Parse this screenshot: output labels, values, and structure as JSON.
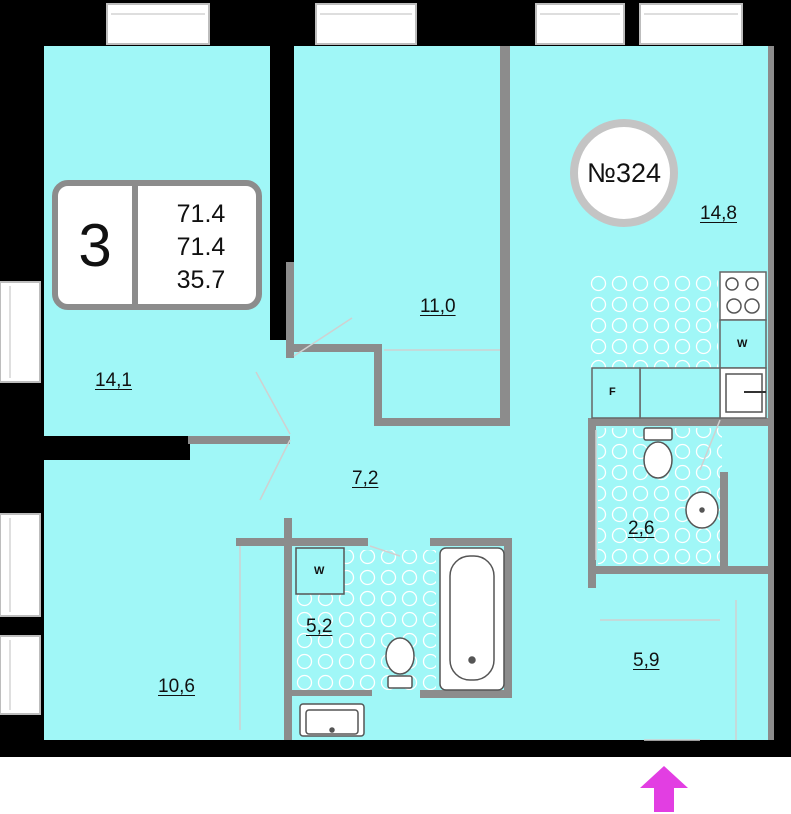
{
  "summary": {
    "rooms_count": "3",
    "areas": [
      "71.4",
      "71.4",
      "35.7"
    ]
  },
  "apartment_number": "№324",
  "rooms": [
    {
      "id": "bedroom-top-left",
      "area": "14,1"
    },
    {
      "id": "bedroom-top-middle",
      "area": "11,0"
    },
    {
      "id": "kitchen-living",
      "area": "14,8"
    },
    {
      "id": "hallway",
      "area": "7,2"
    },
    {
      "id": "toilet",
      "area": "2,6"
    },
    {
      "id": "bedroom-bottom-left",
      "area": "10,6"
    },
    {
      "id": "bathroom",
      "area": "5,2"
    },
    {
      "id": "entrance-hall",
      "area": "5,9"
    }
  ],
  "fixtures": {
    "washer_kitchen": "W",
    "washer_bathroom": "W",
    "fridge": "F"
  },
  "colors": {
    "floor": "#a0f7f7",
    "wall": "#000000",
    "partition": "#8c8c8c",
    "entry_arrow": "#e23ee2"
  }
}
